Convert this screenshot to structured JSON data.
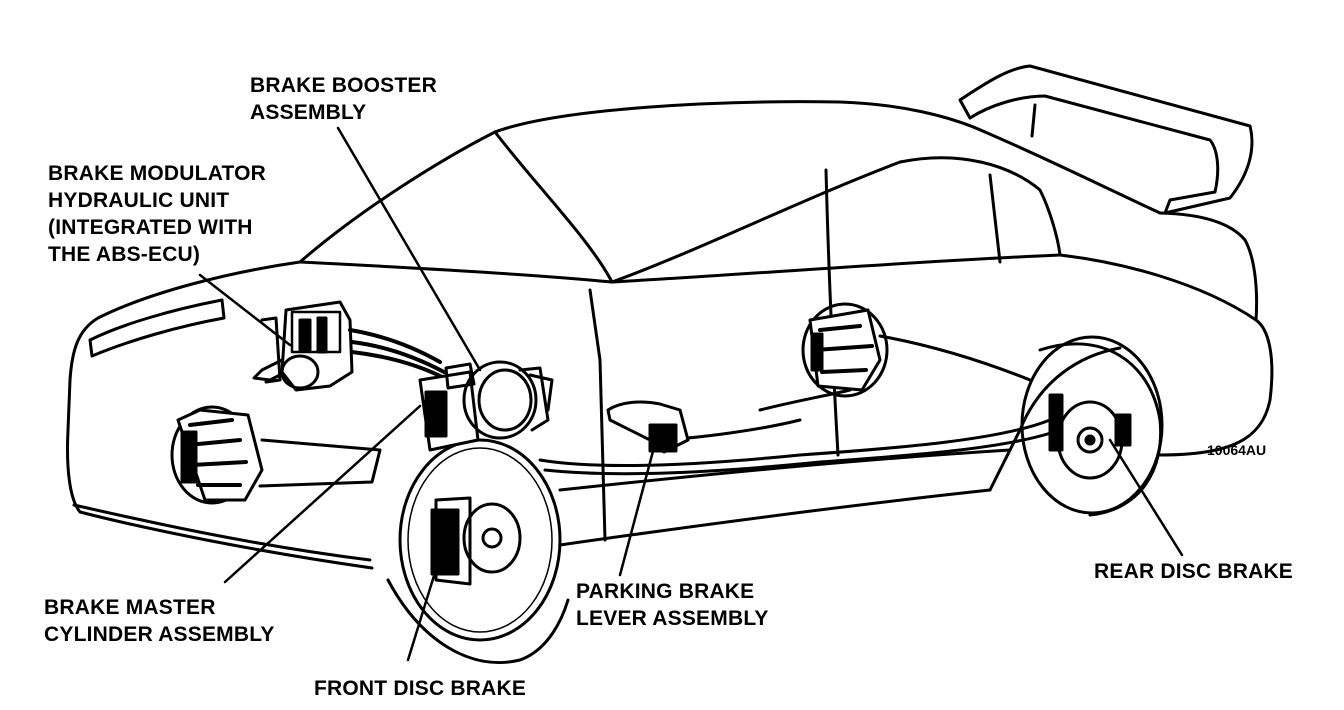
{
  "labels": {
    "brake_booster": [
      "BRAKE BOOSTER",
      "ASSEMBLY"
    ],
    "brake_modulator": [
      "BRAKE MODULATOR",
      "HYDRAULIC UNIT",
      "(INTEGRATED WITH",
      "THE ABS-ECU)"
    ],
    "brake_master": [
      "BRAKE MASTER",
      "CYLINDER ASSEMBLY"
    ],
    "front_disc": "FRONT DISC BRAKE",
    "parking_brake": [
      "PARKING BRAKE",
      "LEVER ASSEMBLY"
    ],
    "rear_disc": "REAR DISC BRAKE",
    "figure_code": "10064AU"
  }
}
